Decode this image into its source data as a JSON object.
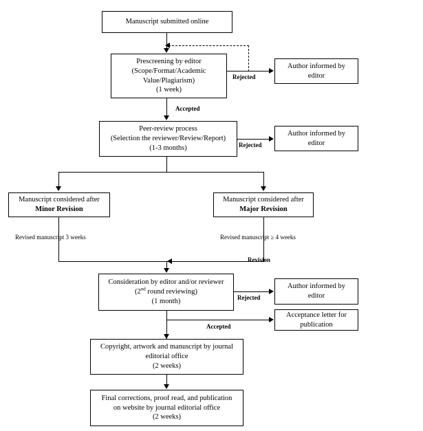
{
  "diagram": {
    "title": "Manuscript submission and peer-review workflow",
    "type": "flowchart",
    "line_color": "#000000",
    "background": "#ffffff"
  },
  "nodes": {
    "submitted": {
      "line1": "Manuscript submitted online"
    },
    "prescreening": {
      "line1": "Prescreening by editor",
      "line2": "(Scope/Format/Academic",
      "line3": "Value/Plagiarism)",
      "line4": "(1 week)"
    },
    "author_informed_1": {
      "line1": "Author informed by",
      "line2": "editor"
    },
    "peer_review": {
      "line1": "Peer-review process",
      "line2": "(Selection the reviewer/Review/Report)",
      "line3": "(1-3 months)"
    },
    "author_informed_2": {
      "line1": "Author informed by",
      "line2": "editor"
    },
    "minor_revision": {
      "line1": "Manuscript considered after",
      "line2": "Minor Revision"
    },
    "major_revision": {
      "line1": "Manuscript considered after",
      "line2": "Major Revision"
    },
    "consideration": {
      "line1": "Consideration by editor and/or reviewer",
      "line2_pre": "(2",
      "line2_sup": "nd",
      "line2_post": " round reviewing)",
      "line3": "(1 month)"
    },
    "author_informed_3": {
      "line1": "Author informed by",
      "line2": "editor"
    },
    "acceptance_letter": {
      "line1": "Acceptance letter for",
      "line2": "publication"
    },
    "copyright": {
      "line1": "Copyright, artwork and manuscript by journal",
      "line2": "editorial office",
      "line3": "(2 weeks)"
    },
    "final_corrections": {
      "line1": "Final corrections, proof read, and publication",
      "line2": "on website by journal editorial office",
      "line3": "(2 weeks)"
    }
  },
  "edge_labels": {
    "rejected_prescreen": "Rejected",
    "accepted_prescreen": "Accepted",
    "rejected_peer": "Rejected",
    "revision": "Revision",
    "rejected_second": "Rejected",
    "accepted_second": "Accepted",
    "minor_time": "Revised manuscript 3 weeks",
    "major_time": "Revised manuscript ≥ 4 weeks"
  }
}
